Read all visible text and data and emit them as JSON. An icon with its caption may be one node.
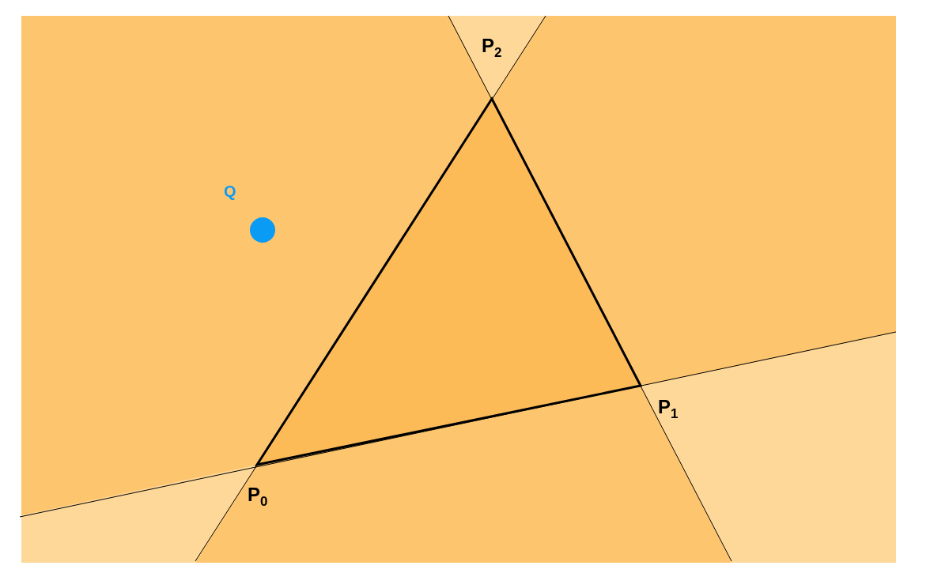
{
  "diagram": {
    "labels": [
      "P$_{2}$",
      "Q",
      "P$_{1}$",
      "P$_{0}$"
    ]
  }
}
